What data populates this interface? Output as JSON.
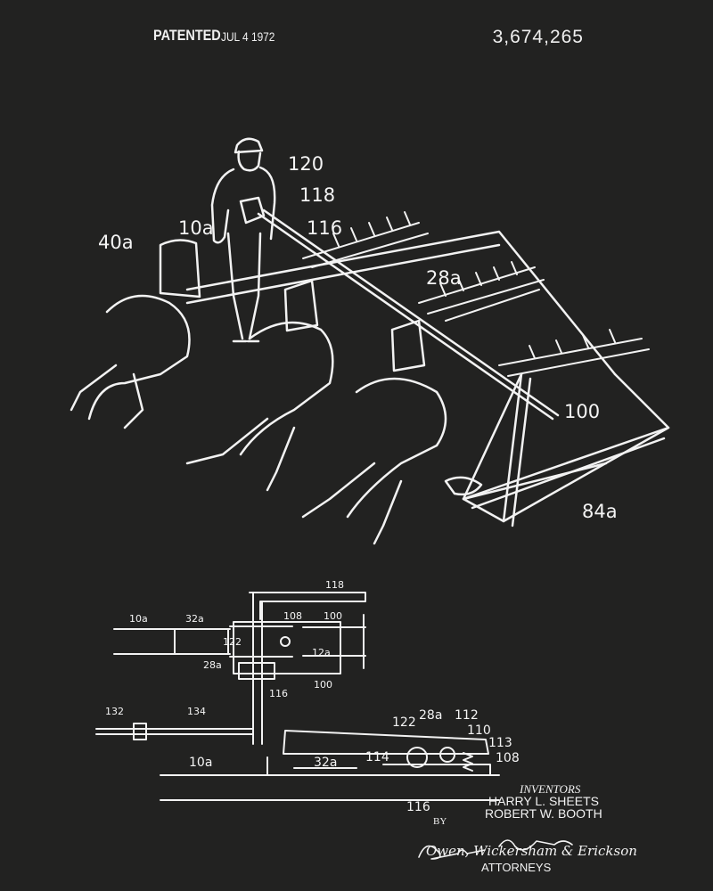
{
  "header": {
    "patented_label": "PATENTED",
    "patent_date": "JUL  4 1972",
    "patent_number": "3,674,265"
  },
  "figure1": {
    "labels": [
      "120",
      "118",
      "10a",
      "116",
      "40a",
      "28a",
      "100",
      "84a"
    ]
  },
  "figure2": {
    "labels": [
      "118",
      "10a",
      "32a",
      "108",
      "100",
      "122",
      "12a",
      "28a",
      "100",
      "116",
      "132",
      "134"
    ]
  },
  "figure3": {
    "labels": [
      "122",
      "28a",
      "112",
      "110",
      "113",
      "114",
      "108",
      "10a",
      "32a",
      "116"
    ]
  },
  "inventors": {
    "heading": "INVENTORS",
    "names": [
      "HARRY L. SHEETS",
      "ROBERT W. BOOTH"
    ],
    "by": "BY",
    "signature": "Owen, Wickersham & Erickson",
    "attorneys": "ATTORNEYS"
  },
  "colors": {
    "background": "#222221",
    "ink": "#f2f2f2"
  }
}
